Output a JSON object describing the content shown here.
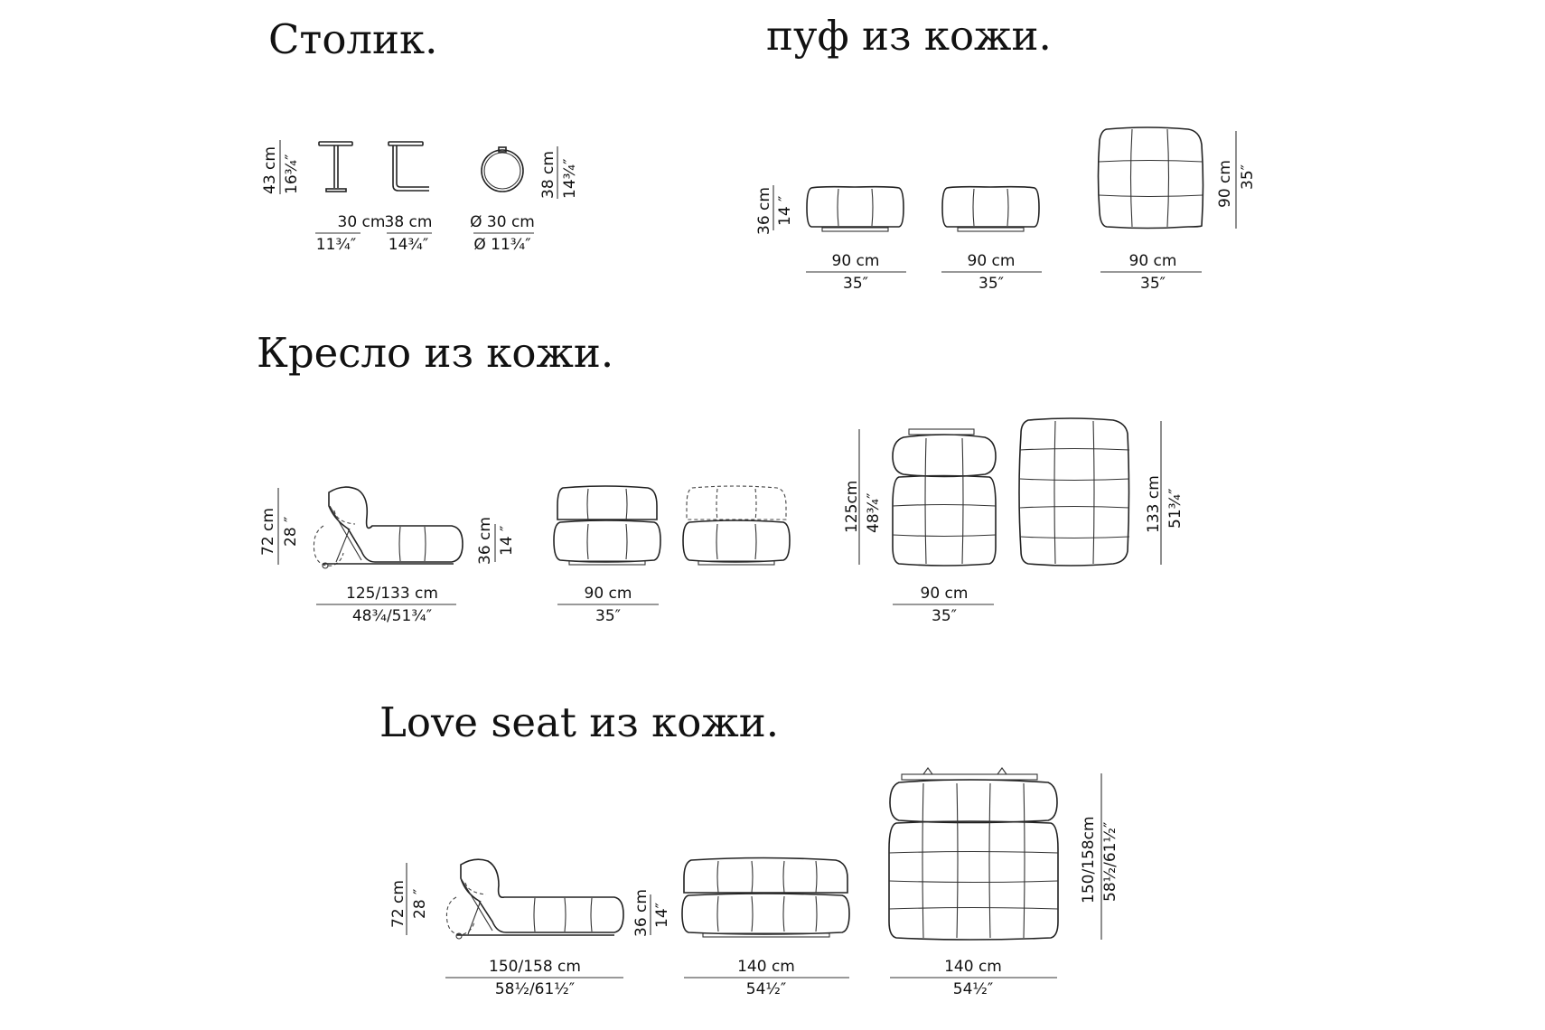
{
  "titles": {
    "table": "Столик.",
    "pouf": "пуф из кожи.",
    "armchair": "Кресло из кожи.",
    "loveseat": "Love seat из кожи."
  },
  "table": {
    "height_cm": "43 cm",
    "height_in": "16¾″",
    "w1_cm": "30 cm",
    "w1_in": "11¾″",
    "w2_cm": "38 cm",
    "w2_in": "14¾″",
    "d_cm": "Ø 30 cm",
    "d_in": "Ø 11¾″",
    "side_cm": "38 cm",
    "side_in": "14¾″"
  },
  "pouf": {
    "height_cm": "36 cm",
    "height_in": "14 ″",
    "w1_cm": "90 cm",
    "w1_in": "35″",
    "w2_cm": "90 cm",
    "w2_in": "35″",
    "w3_cm": "90 cm",
    "w3_in": "35″",
    "depth_cm": "90 cm",
    "depth_in": "35″"
  },
  "armchair": {
    "height_cm": "72 cm",
    "height_in": "28 ″",
    "len_cm": "125/133 cm",
    "len_in": "48¾/51¾″",
    "seat_cm": "36 cm",
    "seat_in": "14 ″",
    "front_cm": "90 cm",
    "front_in": "35″",
    "top_w_cm": "90 cm",
    "top_w_in": "35″",
    "top_d_cm": "125cm",
    "top_d_in": "48¾″",
    "top2_d_cm": "133 cm",
    "top2_d_in": "51¾″"
  },
  "loveseat": {
    "height_cm": "72 cm",
    "height_in": "28 ″",
    "len_cm": "150/158 cm",
    "len_in": "58½/61½″",
    "seat_cm": "36 cm",
    "seat_in": "14″",
    "front_cm": "140 cm",
    "front_in": "54½″",
    "top_w_cm": "140 cm",
    "top_w_in": "54½″",
    "top_d_cm": "150/158cm",
    "top_d_in": "58½/61½″"
  }
}
